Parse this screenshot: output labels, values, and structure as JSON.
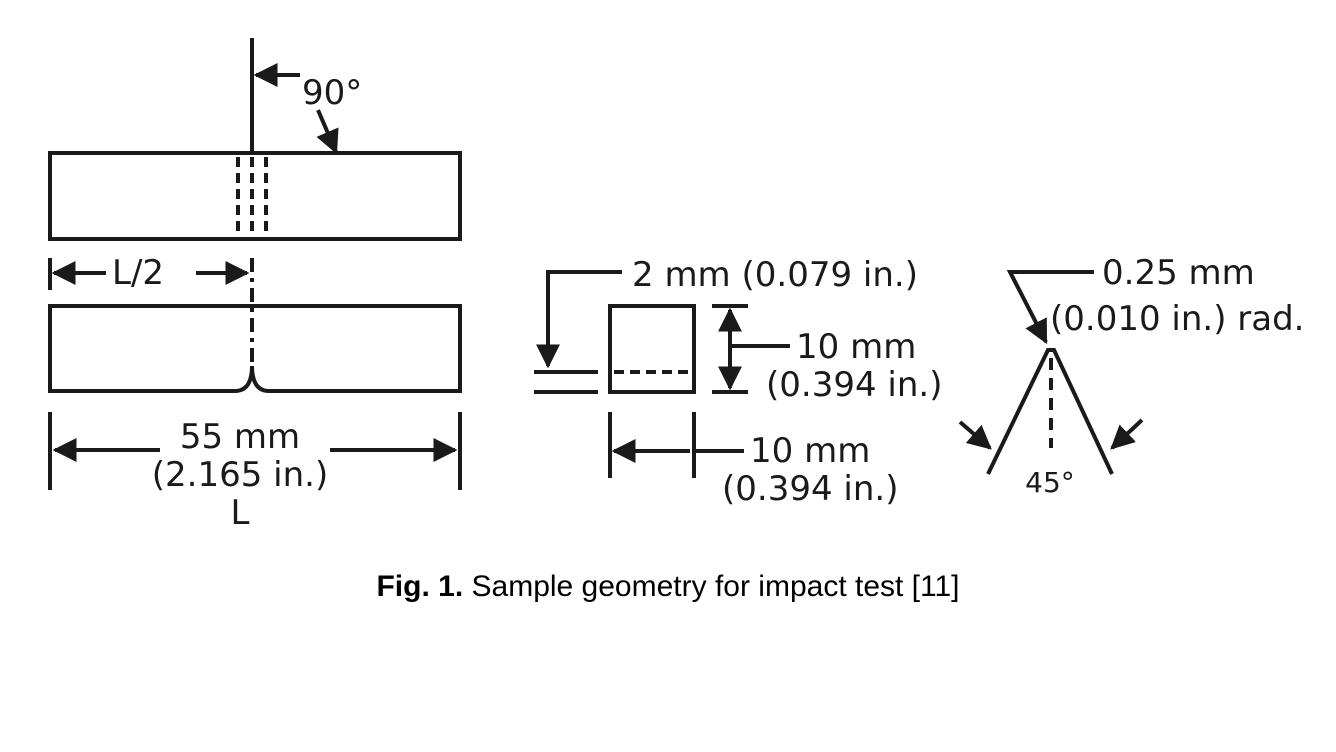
{
  "figure": {
    "side_view": {
      "notch_angle_label": "90°",
      "half_length_label": "L/2"
    },
    "front_view": {
      "length_mm": "55 mm",
      "length_in": "(2.165 in.)",
      "length_symbol": "L"
    },
    "cross_section": {
      "notch_depth": "2 mm (0.079 in.)",
      "height_mm": "10 mm",
      "height_in": "(0.394 in.)",
      "width_mm": "10 mm",
      "width_in": "(0.394 in.)"
    },
    "notch_detail": {
      "radius_mm": "0.25 mm",
      "radius_in": "(0.010 in.) rad.",
      "angle": "45°"
    }
  },
  "caption": {
    "label": "Fig. 1.",
    "text": " Sample geometry for impact test [11]"
  },
  "colors": {
    "ink": "#1a1a1a",
    "background": "#ffffff"
  }
}
